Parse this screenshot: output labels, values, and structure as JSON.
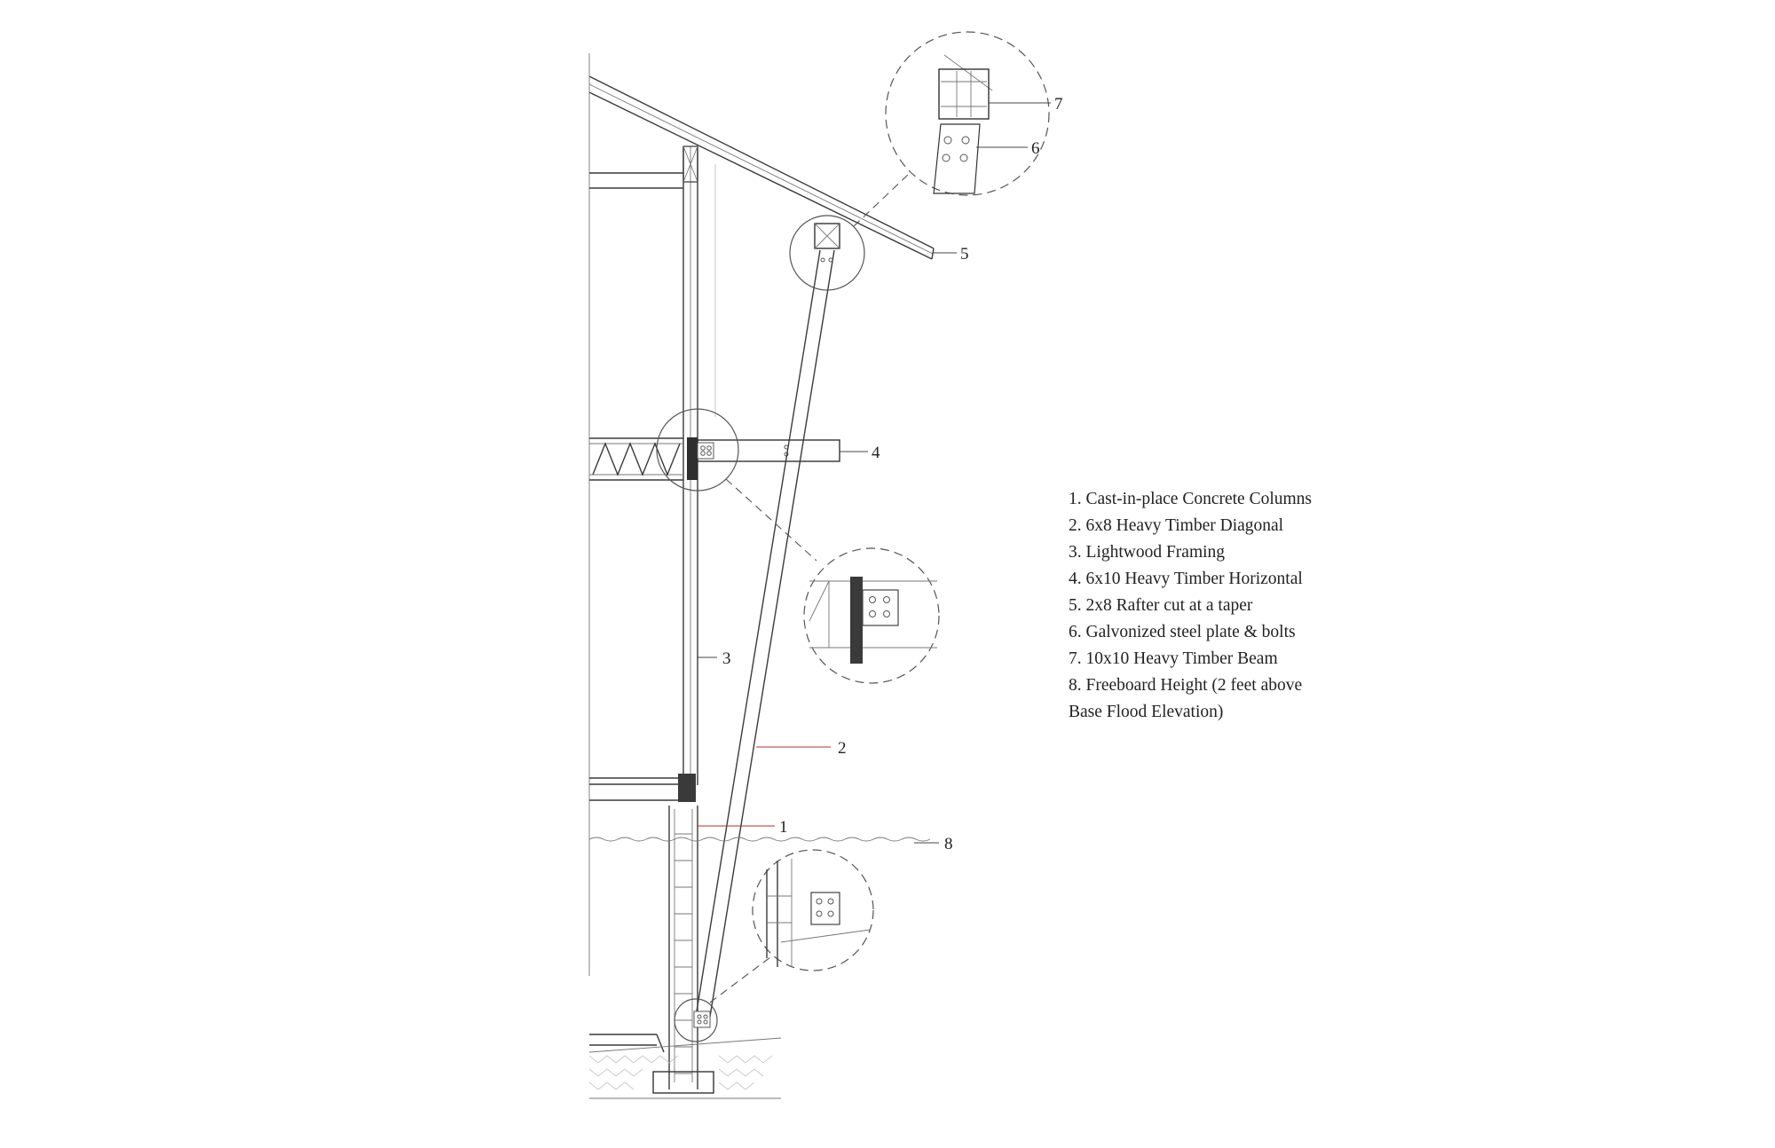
{
  "callouts": [
    {
      "num": "1"
    },
    {
      "num": "2"
    },
    {
      "num": "3"
    },
    {
      "num": "4"
    },
    {
      "num": "5"
    },
    {
      "num": "6"
    },
    {
      "num": "7"
    },
    {
      "num": "8"
    }
  ],
  "legend": [
    "1. Cast-in-place Concrete Columns",
    "2. 6x8 Heavy Timber Diagonal",
    "3. Lightwood Framing",
    "4. 6x10 Heavy Timber Horizontal",
    "5. 2x8 Rafter cut at a taper",
    "6. Galvonized steel plate & bolts",
    "7. 10x10 Heavy Timber Beam",
    "8. Freeboard Height (2 feet above",
    "Base Flood Elevation)"
  ],
  "colors": {
    "line": "#3a3a3a",
    "leader_accent": "#b03030",
    "text": "#222222"
  }
}
